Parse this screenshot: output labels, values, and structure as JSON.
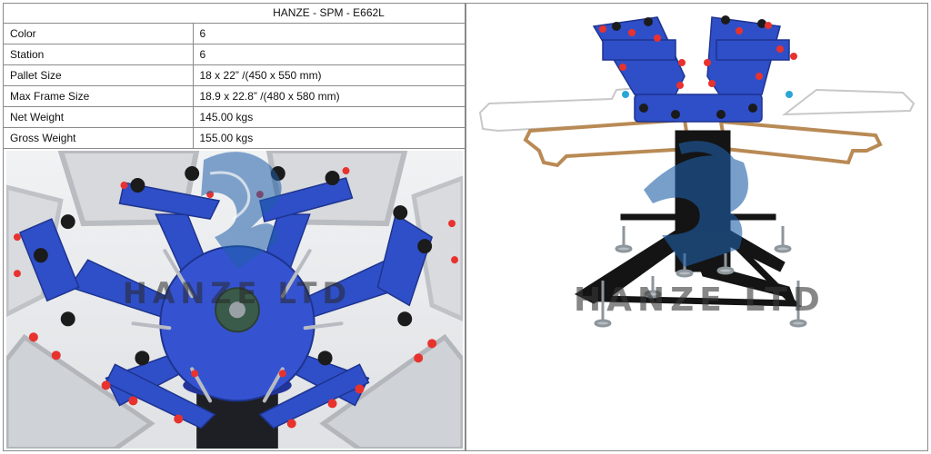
{
  "spec_table": {
    "title": "HANZE - SPM - E662L",
    "rows": [
      {
        "label": "Color",
        "value": "6"
      },
      {
        "label": "Station",
        "value": "6"
      },
      {
        "label": "Pallet Size",
        "value": "18 x 22” /(450 x 550 mm)"
      },
      {
        "label": "Max Frame Size",
        "value": "18.9 x 22.8” /(480 x 580 mm)"
      },
      {
        "label": "Net Weight",
        "value": "145.00 kgs"
      },
      {
        "label": "Gross Weight",
        "value": "155.00 kgs"
      }
    ]
  },
  "images": {
    "left": {
      "description": "top view of 6 color 6 station screen printing press",
      "watermark": "HANZE LTD"
    },
    "right": {
      "description": "side view of manual screen printing press with pallets and black stand",
      "watermark": "HANZE LTD"
    }
  },
  "colors": {
    "machine_blue": "#2f4fc8",
    "knob_red": "#e8322e",
    "watermark_blue": "#1f5fa8",
    "border": "#8a8a8a"
  }
}
